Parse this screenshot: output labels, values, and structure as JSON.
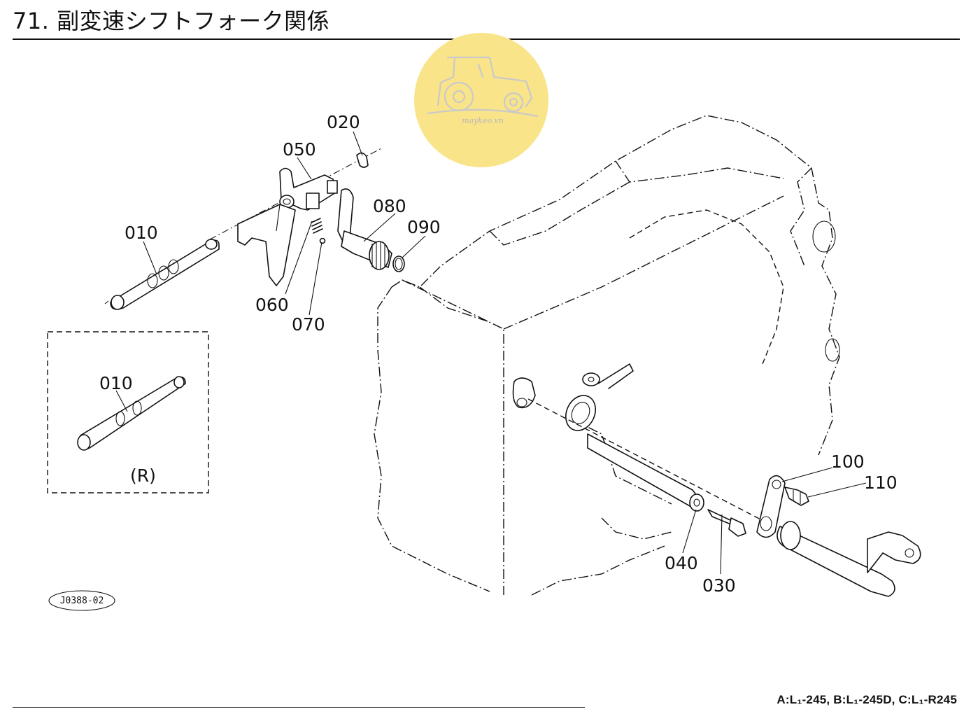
{
  "header": {
    "title": "71. 副変速シフトフォーク関係"
  },
  "watermark": {
    "text": "maykeo.vn",
    "color": "#f9e48a"
  },
  "callouts": {
    "p010": "010",
    "p020": "020",
    "p030": "030",
    "p040": "040",
    "p050": "050",
    "p060": "060",
    "p070": "070",
    "p080": "080",
    "p090": "090",
    "p100": "100",
    "p110": "110"
  },
  "inset": {
    "part_label": "010",
    "variant_label": "(R)"
  },
  "diagram_code": "J0388-02",
  "footer": {
    "models": "A:L₁-245, B:L₁-245D, C:L₁-R245"
  }
}
